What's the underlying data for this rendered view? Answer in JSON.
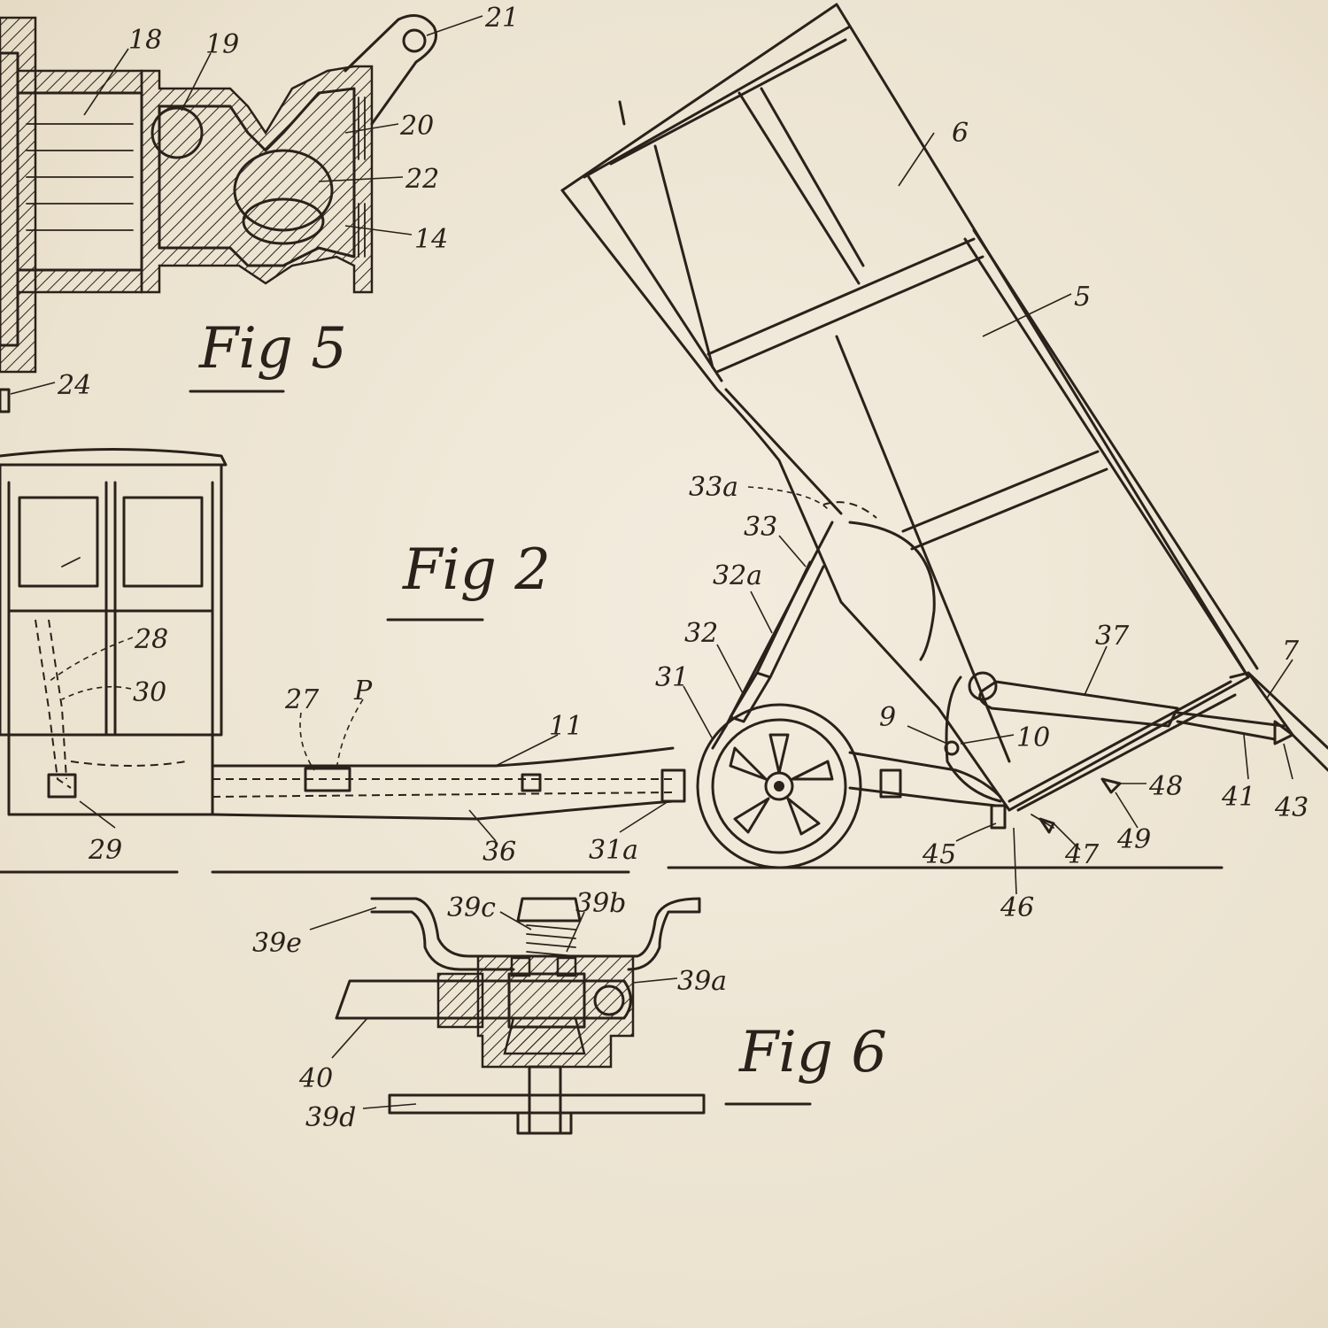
{
  "figures": {
    "fig5": "Fig 5",
    "fig2": "Fig 2",
    "fig6": "Fig 6"
  },
  "reference_numerals": {
    "r18": "18",
    "r19": "19",
    "r21": "21",
    "r20": "20",
    "r22": "22",
    "r14": "14",
    "r24": "24",
    "r6": "6",
    "r5": "5",
    "r7": "7",
    "r33a": "33a",
    "r33": "33",
    "r32a": "32a",
    "r32": "32",
    "r31": "31",
    "r31a": "31a",
    "r28": "28",
    "r30": "30",
    "r27": "27",
    "rP": "P",
    "r11": "11",
    "r29": "29",
    "r36": "36",
    "r9": "9",
    "r10": "10",
    "r37": "37",
    "r41": "41",
    "r43": "43",
    "r48": "48",
    "r49": "49",
    "r45": "45",
    "r47": "47",
    "r46": "46",
    "r39c": "39c",
    "r39b": "39b",
    "r39e": "39e",
    "r39a": "39a",
    "r40": "40",
    "r39d": "39d"
  }
}
